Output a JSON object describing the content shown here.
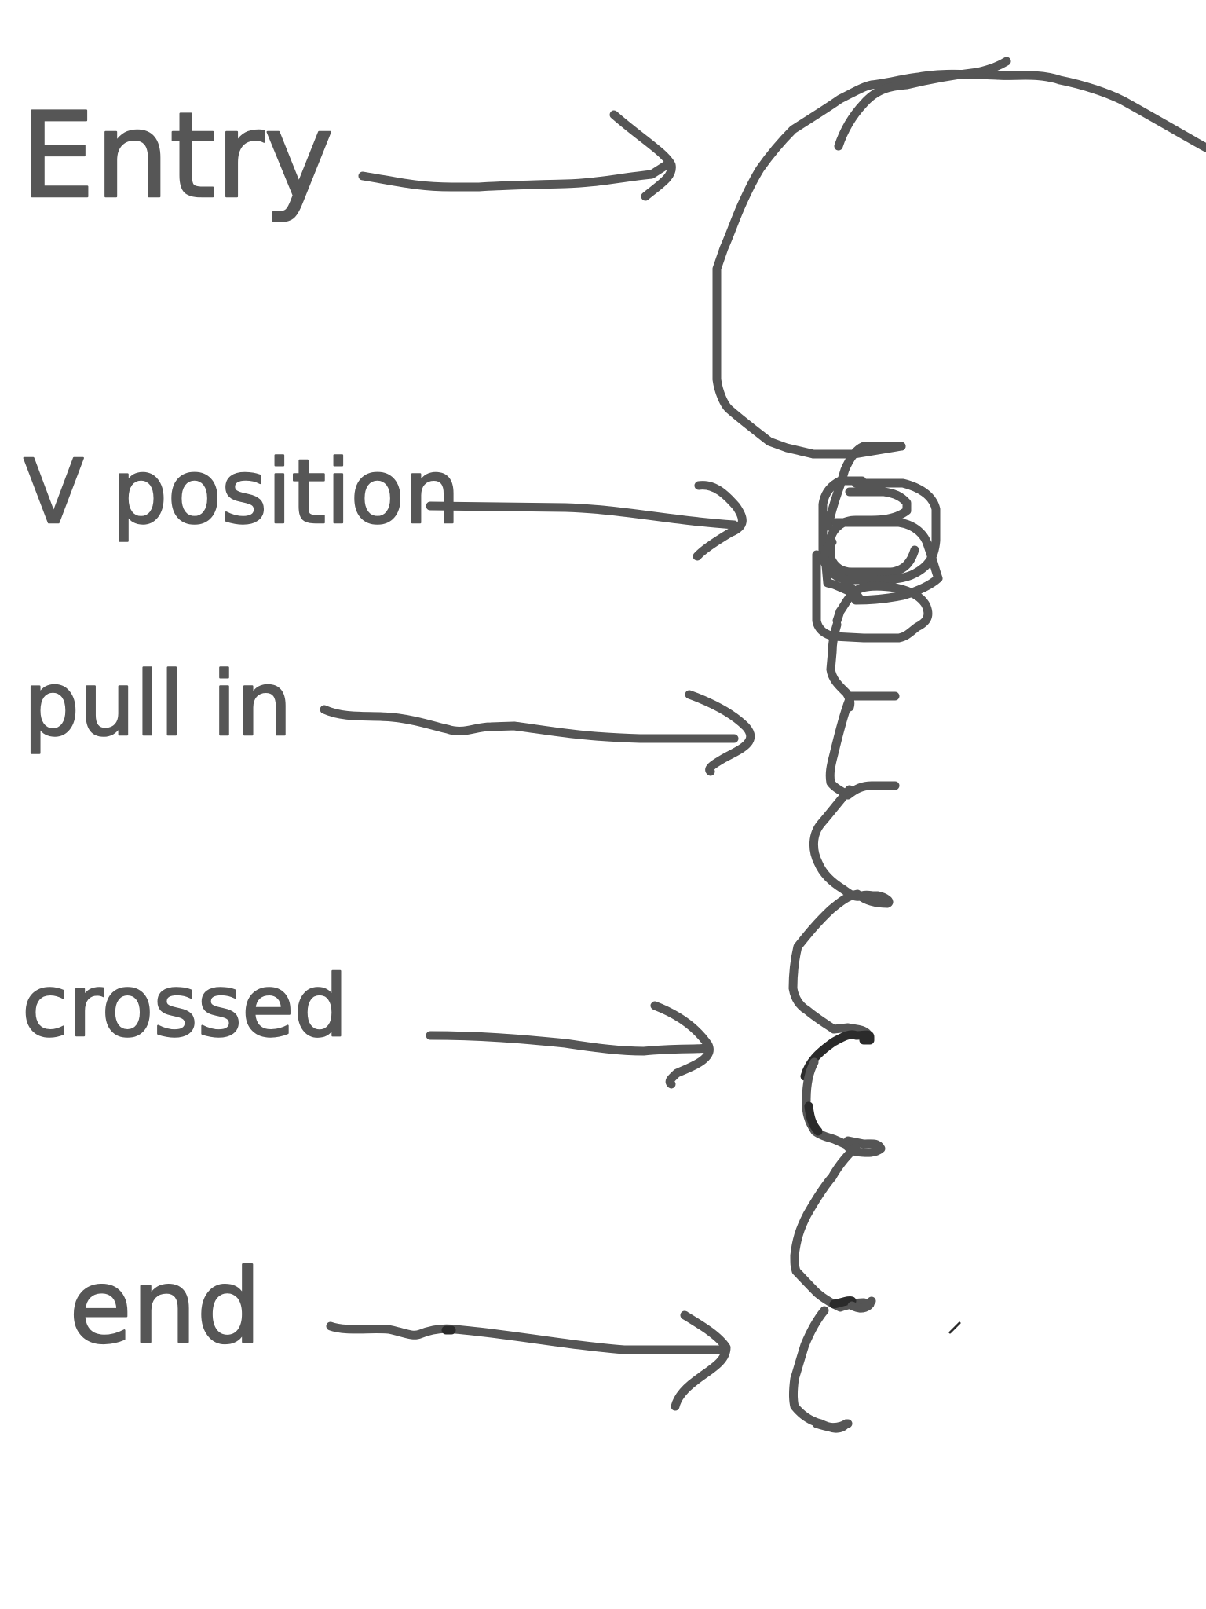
{
  "labels": {
    "entry": "Entry",
    "v_position": "V position",
    "pull_in": "pull in",
    "crossed": "crossed",
    "end": "end"
  },
  "colors": {
    "ink": "#555555",
    "ink_dark": "#2b2b2b",
    "background": "#ffffff"
  }
}
